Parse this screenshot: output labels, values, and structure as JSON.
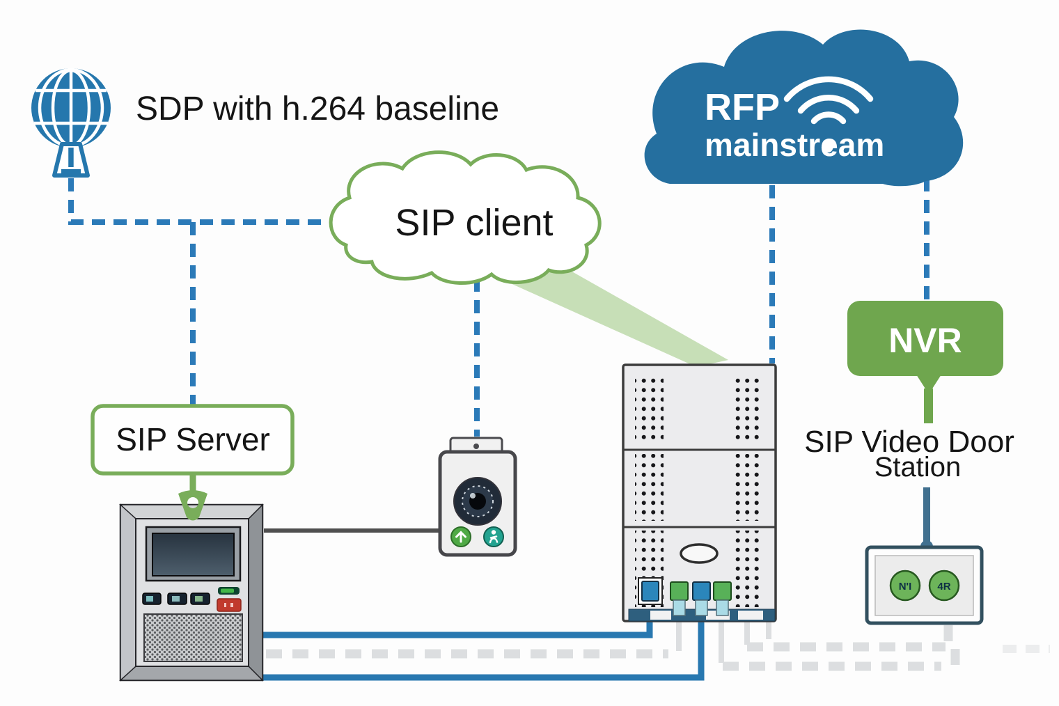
{
  "colors": {
    "accent_blue": "#2b7ab8",
    "cable_blue": "#2878b0",
    "cloud_blue": "#256f9f",
    "globe_blue": "#2577ad",
    "green": "#79ad5a",
    "nvr_green": "#6fa64e",
    "beam_green": "#c7dfb7",
    "gray_dash": "#dcdee0",
    "dark_line": "#4f4f4f",
    "steel": "#41708f",
    "text_dark": "#151515"
  },
  "nodes": {
    "internet": {
      "label": "SDP with h.264 baseline"
    },
    "sip_client_cloud": {
      "label": "SIP client"
    },
    "rfp_cloud": {
      "title": "RFP",
      "subtitle": "mainstream"
    },
    "nvr": {
      "label": "NVR"
    },
    "door_station_label": {
      "line1": "SIP Video Door",
      "line2": "Station"
    },
    "sip_server": {
      "label": "SIP Server"
    },
    "door_station_device": {
      "button1": "N'I",
      "button2": "4R"
    }
  },
  "icons": [
    "globe-icon",
    "wifi-icon",
    "camera-lens-icon",
    "arrow-up-icon",
    "person-icon",
    "down-arrow-icon",
    "handle-icon"
  ]
}
